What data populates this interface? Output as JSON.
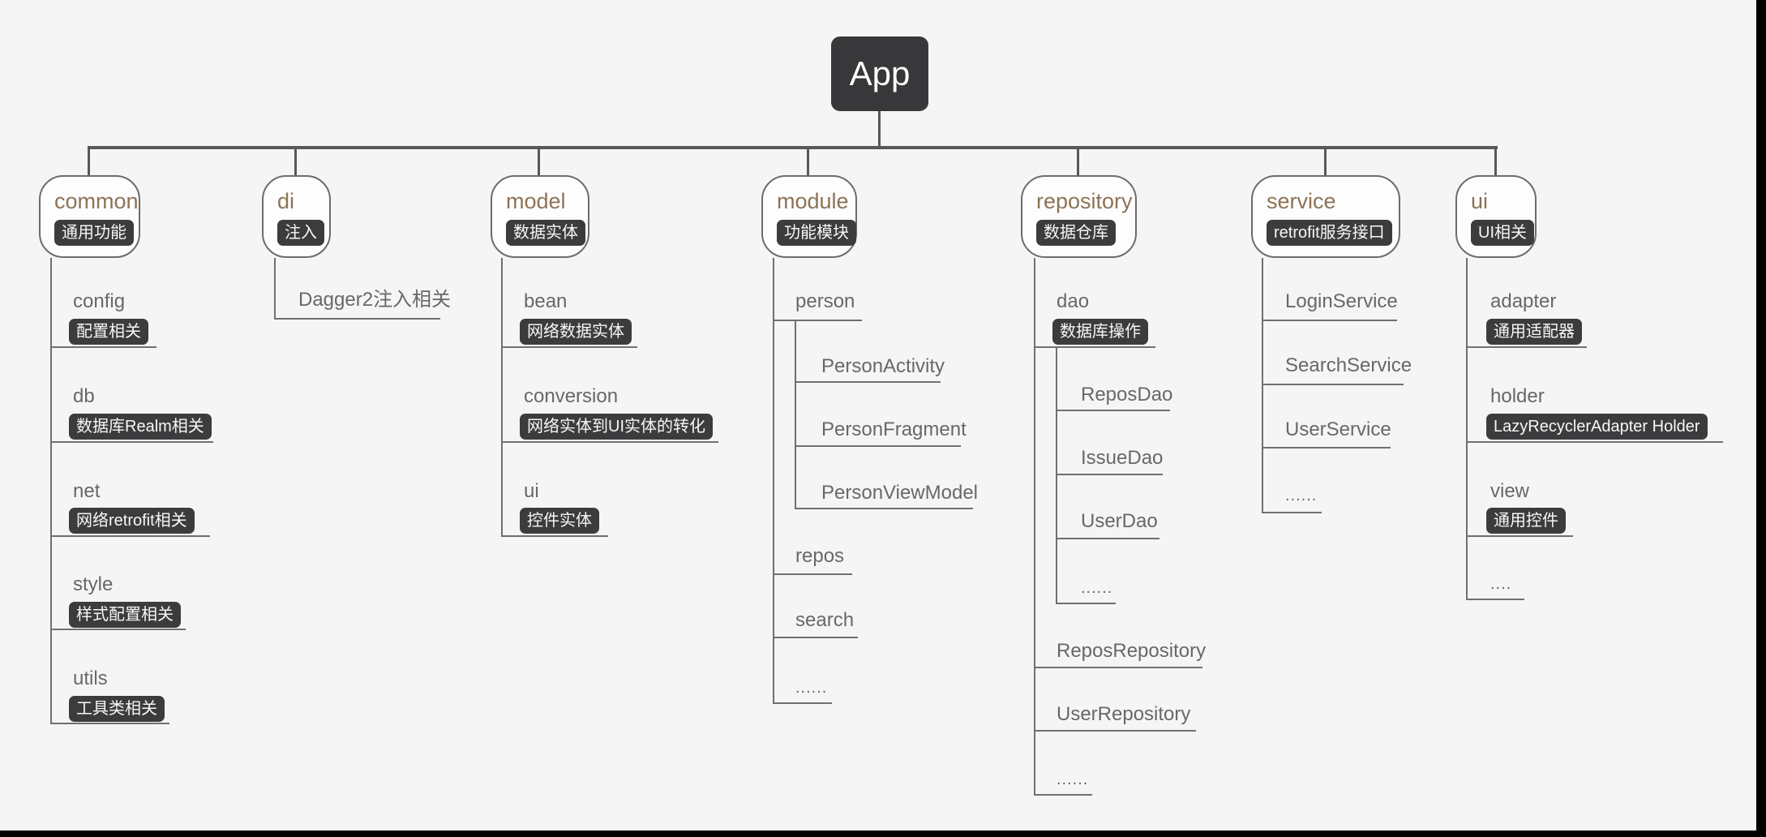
{
  "root": {
    "label": "App"
  },
  "colors": {
    "background": "#f5f5f6",
    "root_node_bg": "#38383a",
    "branch_title": "#8d7356",
    "badge_bg": "#3c3c3e",
    "badge_text": "#f7f7f7",
    "connector_line": "#58585a",
    "child_line": "#707072"
  },
  "branches": [
    {
      "title": "common",
      "badge": "通用功能",
      "children": [
        {
          "label": "config",
          "badge": "配置相关"
        },
        {
          "label": "db",
          "badge": "数据库Realm相关"
        },
        {
          "label": "net",
          "badge": "网络retrofit相关"
        },
        {
          "label": "style",
          "badge": "样式配置相关"
        },
        {
          "label": "utils",
          "badge": "工具类相关"
        }
      ]
    },
    {
      "title": "di",
      "badge": "注入",
      "children": [
        {
          "label": "Dagger2注入相关"
        }
      ]
    },
    {
      "title": "model",
      "badge": "数据实体",
      "children": [
        {
          "label": "bean",
          "badge": "网络数据实体"
        },
        {
          "label": "conversion",
          "badge": "网络实体到UI实体的转化"
        },
        {
          "label": "ui",
          "badge": "控件实体"
        }
      ]
    },
    {
      "title": "module",
      "badge": "功能模块",
      "children": [
        {
          "label": "person",
          "children": [
            {
              "label": "PersonActivity"
            },
            {
              "label": "PersonFragment"
            },
            {
              "label": "PersonViewModel"
            }
          ]
        },
        {
          "label": "repos"
        },
        {
          "label": "search"
        },
        {
          "label": "......"
        }
      ]
    },
    {
      "title": "repository",
      "badge": "数据仓库",
      "children": [
        {
          "label": "dao",
          "badge": "数据库操作",
          "children": [
            {
              "label": "ReposDao"
            },
            {
              "label": "IssueDao"
            },
            {
              "label": "UserDao"
            },
            {
              "label": "......"
            }
          ]
        },
        {
          "label": "ReposRepository"
        },
        {
          "label": "UserRepository"
        },
        {
          "label": "......"
        }
      ]
    },
    {
      "title": "service",
      "badge": "retrofit服务接口",
      "children": [
        {
          "label": "LoginService"
        },
        {
          "label": "SearchService"
        },
        {
          "label": "UserService"
        },
        {
          "label": "......"
        }
      ]
    },
    {
      "title": "ui",
      "badge": "UI相关",
      "children": [
        {
          "label": "adapter",
          "badge": "通用适配器"
        },
        {
          "label": "holder",
          "badge": "LazyRecyclerAdapter Holder"
        },
        {
          "label": "view",
          "badge": "通用控件"
        },
        {
          "label": "...."
        }
      ]
    }
  ]
}
